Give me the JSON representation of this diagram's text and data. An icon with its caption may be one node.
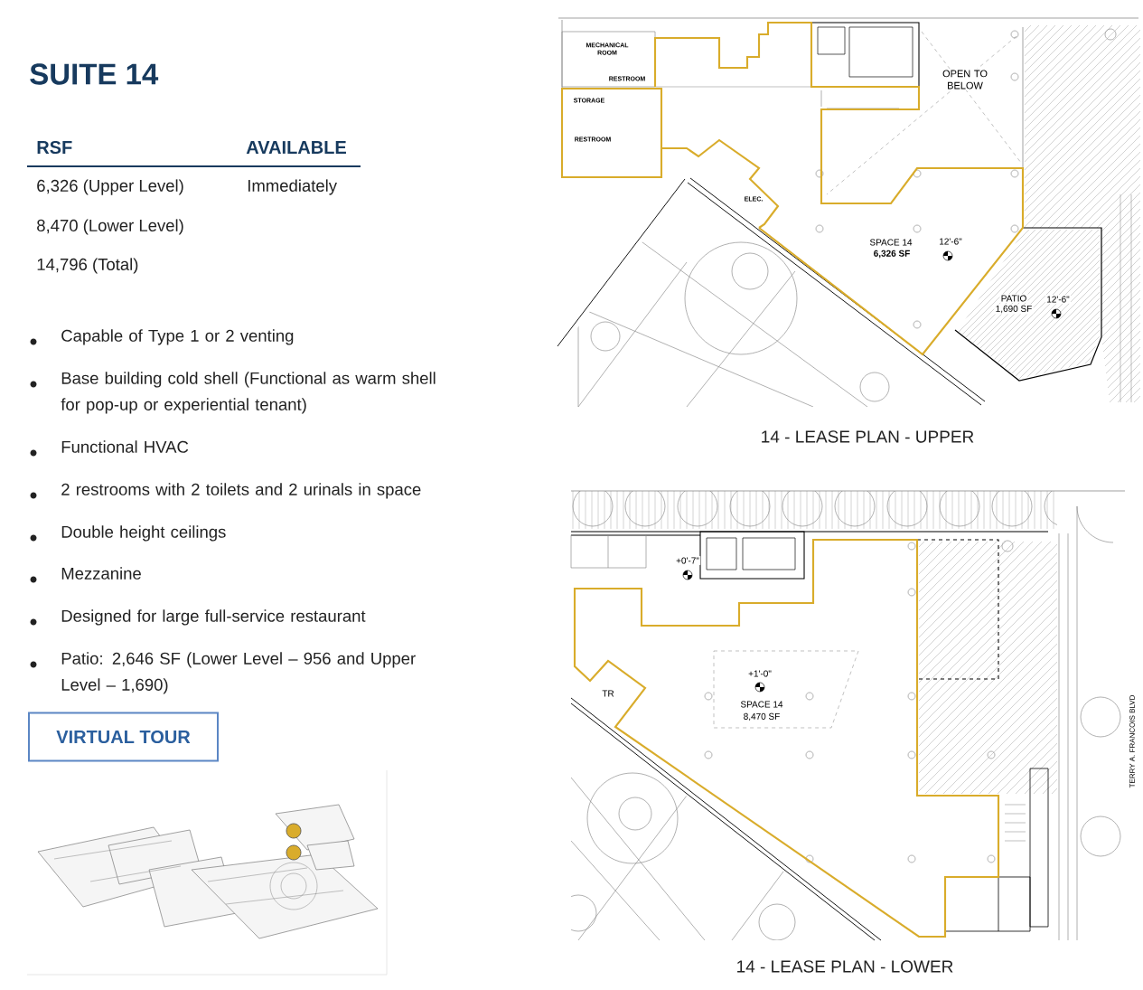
{
  "diagram": {
    "title": "SUITE 14",
    "labels": [
      "RSF",
      "AVAILABLE",
      "6,326 (Upper Level)",
      "Immediately",
      "8,470 (Lower Level)",
      "14,796 (Total)",
      "Capable of Type 1 or 2 venting",
      "Base building cold shell (Functional as warm shell for pop-up or experiential tenant)",
      "Functional HVAC",
      "2 restrooms with 2 toilets and 2 urinals in space",
      "Double height ceilings",
      "Mezzanine",
      "Designed for large full-service restaurant",
      "Patio: 2,646 SF (Lower Level – 956 and Upper Level – 1,690)",
      "VIRTUAL TOUR",
      "MECHANICAL ROOM",
      "RESTROOM",
      "STORAGE",
      "RESTROOM",
      "OPEN TO BELOW",
      "ELEC.",
      "SPACE 14",
      "12'-6\"",
      "6,326 SF",
      "PATIO",
      "12'-6\"",
      "1,690 SF",
      "14 - LEASE PLAN - UPPER",
      "+0'-7\"",
      "+1'-0\"",
      "SPACE 14",
      "TR",
      "8,470 SF",
      "TERRY A. FRANCOIS BLVD",
      "14 - LEASE PLAN - LOWER"
    ]
  }
}
